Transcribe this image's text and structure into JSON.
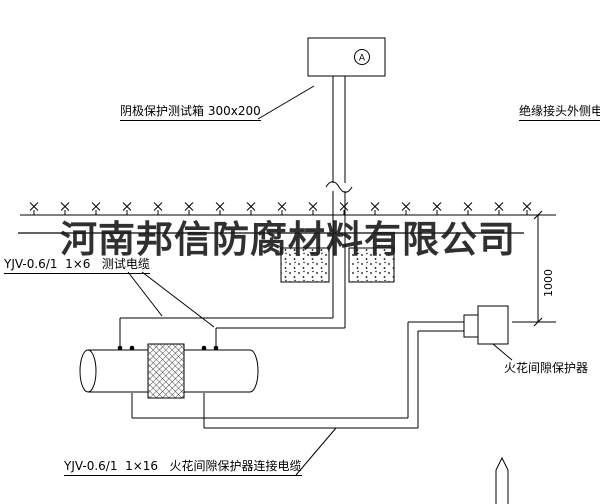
{
  "diagram": {
    "test_box_label": "阴极保护测试箱 300x200",
    "outside_cable_label": "绝缘接头外侧电缆",
    "test_cable_label": "YJV-0.6/1  1×6   测试电缆",
    "protector_cable_label": "YJV-0.6/1  1×16   火花间隙保护器连接电缆",
    "protector_label": "火花间隙保护器",
    "dimension_value": "1000",
    "meter_symbol": "A"
  },
  "watermark": {
    "text": "河南邦信防腐材料有限公司"
  },
  "colors": {
    "line": "#000000",
    "background": "#ffffff",
    "watermark": "#1a1a1a"
  }
}
